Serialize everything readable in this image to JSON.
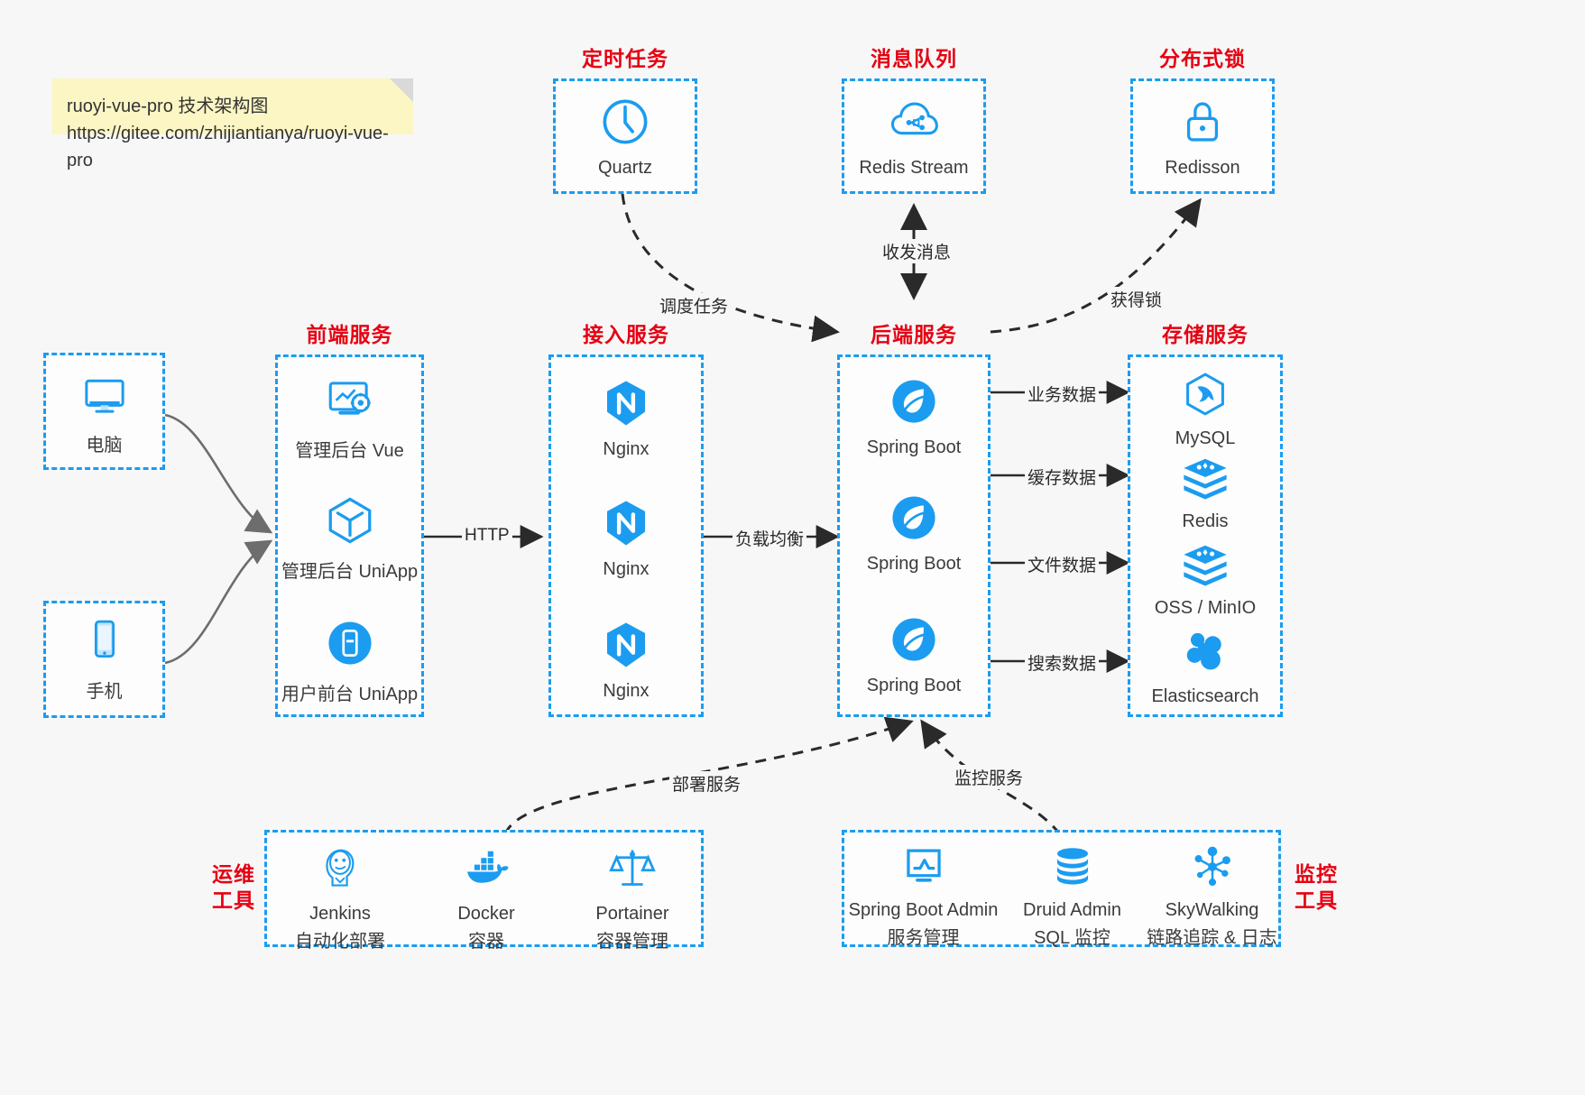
{
  "note": {
    "line1": "ruoyi-vue-pro 技术架构图",
    "line2": "https://gitee.com/zhijiantianya/ruoyi-vue-pro",
    "bg": "#fbf6c4"
  },
  "colors": {
    "accent": "#1b9cf0",
    "group_label": "#e60012",
    "arrow": "#2a2a2a",
    "canvas": "#f7f7f7",
    "box_fill": "#fdfdfd"
  },
  "groups": {
    "scheduler": {
      "label": "定时任务"
    },
    "mq": {
      "label": "消息队列"
    },
    "lock": {
      "label": "分布式锁"
    },
    "frontend": {
      "label": "前端服务"
    },
    "gateway": {
      "label": "接入服务"
    },
    "backend": {
      "label": "后端服务"
    },
    "storage": {
      "label": "存储服务"
    },
    "devops": {
      "label_line1": "运维",
      "label_line2": "工具"
    },
    "monitor": {
      "label_line1": "监控",
      "label_line2": "工具"
    }
  },
  "clients": [
    {
      "name": "电脑",
      "icon": "desktop-icon"
    },
    {
      "name": "手机",
      "icon": "mobile-icon"
    }
  ],
  "scheduler_nodes": [
    {
      "name": "Quartz",
      "icon": "clock-icon"
    }
  ],
  "mq_nodes": [
    {
      "name": "Redis Stream",
      "icon": "cloud-stream-icon"
    }
  ],
  "lock_nodes": [
    {
      "name": "Redisson",
      "icon": "lock-icon"
    }
  ],
  "frontend_nodes": [
    {
      "name": "管理后台 Vue",
      "icon": "admin-dashboard-icon"
    },
    {
      "name": "管理后台 UniApp",
      "icon": "cube-icon"
    },
    {
      "name": "用户前台 UniApp",
      "icon": "phone-app-icon"
    }
  ],
  "gateway_nodes": [
    {
      "name": "Nginx",
      "icon": "nginx-icon"
    },
    {
      "name": "Nginx",
      "icon": "nginx-icon"
    },
    {
      "name": "Nginx",
      "icon": "nginx-icon"
    }
  ],
  "backend_nodes": [
    {
      "name": "Spring Boot",
      "icon": "spring-leaf-icon"
    },
    {
      "name": "Spring Boot",
      "icon": "spring-leaf-icon"
    },
    {
      "name": "Spring Boot",
      "icon": "spring-leaf-icon"
    }
  ],
  "storage_nodes": [
    {
      "name": "MySQL",
      "icon": "mysql-icon"
    },
    {
      "name": "Redis",
      "icon": "redis-icon"
    },
    {
      "name": "OSS / MinIO",
      "icon": "oss-icon"
    },
    {
      "name": "Elasticsearch",
      "icon": "elasticsearch-icon"
    }
  ],
  "devops_nodes": [
    {
      "name": "Jenkins",
      "desc": "自动化部署",
      "icon": "jenkins-icon"
    },
    {
      "name": "Docker",
      "desc": "容器",
      "icon": "docker-icon"
    },
    {
      "name": "Portainer",
      "desc": "容器管理",
      "icon": "scales-icon"
    }
  ],
  "monitor_nodes": [
    {
      "name": "Spring Boot Admin",
      "desc": "服务管理",
      "icon": "monitor-chart-icon"
    },
    {
      "name": "Druid Admin",
      "desc": "SQL 监控",
      "icon": "database-icon"
    },
    {
      "name": "SkyWalking",
      "desc": "链路追踪 & 日志",
      "icon": "skywalking-icon"
    }
  ],
  "edges": {
    "http": "HTTP",
    "load_balance": "负载均衡",
    "schedule_task": "调度任务",
    "send_receive_msg": "收发消息",
    "acquire_lock": "获得锁",
    "business_data": "业务数据",
    "cache_data": "缓存数据",
    "file_data": "文件数据",
    "search_data": "搜索数据",
    "deploy_service": "部署服务",
    "monitor_service": "监控服务"
  }
}
